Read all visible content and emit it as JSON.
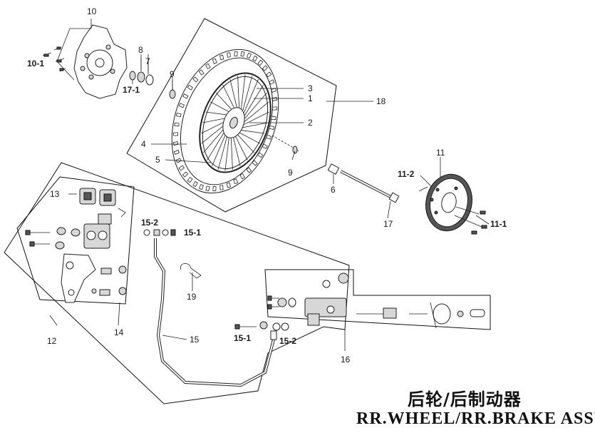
{
  "title": {
    "chinese": "后轮/后制动器",
    "english": "RR.WHEEL/RR.BRAKE ASSY."
  },
  "labels": {
    "l10": "10",
    "l10_1": "10-1",
    "l8": "8",
    "l7": "7",
    "l17_1": "17-1",
    "l9a": "9",
    "l3": "3",
    "l1": "1",
    "l2": "2",
    "l18": "18",
    "l4": "4",
    "l5": "5",
    "l9b": "9",
    "l6": "6",
    "l11": "11",
    "l11_2": "11-2",
    "l11_1": "11-1",
    "l17": "17",
    "l13": "13",
    "l15_2a": "15-2",
    "l15_1a": "15-1",
    "l19": "19",
    "l12": "12",
    "l14": "14",
    "l15": "15",
    "l15_1b": "15-1",
    "l15_2b": "15-2",
    "l16": "16"
  }
}
